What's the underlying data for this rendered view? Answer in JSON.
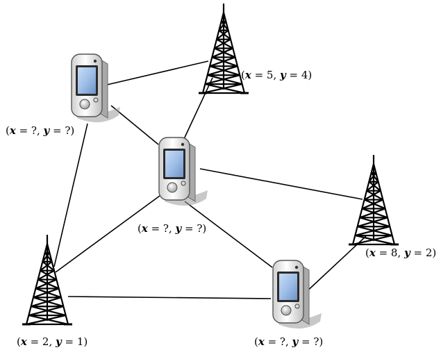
{
  "nodes": [
    {
      "id": "phone-a",
      "kind": "phone",
      "x_value": "?",
      "y_value": "?"
    },
    {
      "id": "tower-a",
      "kind": "tower",
      "x_value": "5",
      "y_value": "4"
    },
    {
      "id": "phone-b",
      "kind": "phone",
      "x_value": "?",
      "y_value": "?"
    },
    {
      "id": "tower-b",
      "kind": "tower",
      "x_value": "8",
      "y_value": "2"
    },
    {
      "id": "tower-c",
      "kind": "tower",
      "x_value": "2",
      "y_value": "1"
    },
    {
      "id": "phone-c",
      "kind": "phone",
      "x_value": "?",
      "y_value": "?"
    }
  ],
  "edges": [
    [
      "phone-a",
      "tower-a"
    ],
    [
      "phone-a",
      "phone-b"
    ],
    [
      "phone-a",
      "tower-c"
    ],
    [
      "tower-a",
      "phone-b"
    ],
    [
      "phone-b",
      "tower-b"
    ],
    [
      "phone-b",
      "tower-c"
    ],
    [
      "phone-b",
      "phone-c"
    ],
    [
      "tower-b",
      "phone-c"
    ],
    [
      "tower-c",
      "phone-c"
    ]
  ],
  "symbols": {
    "x": "x",
    "y": "y",
    "equals": " = ",
    "comma": ", ",
    "open": "(",
    "close": ")"
  },
  "colors": {
    "line": "#000000",
    "tower": "#000000",
    "phone_body": "#e6e6e6",
    "phone_screen": "#8fb6e6"
  }
}
